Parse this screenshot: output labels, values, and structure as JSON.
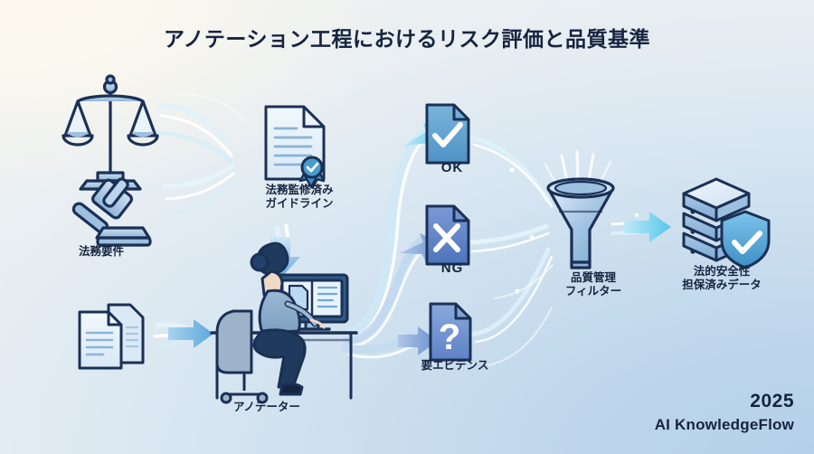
{
  "title": "アノテーション工程におけるリスク評価と品質基準",
  "brand": {
    "year": "2025",
    "name": "AI KnowledgeFlow"
  },
  "nodes": {
    "legal_requirements": {
      "label": "法務要件",
      "icons": [
        "scales-of-justice-icon",
        "gavel-icon"
      ]
    },
    "raw_documents": {
      "label": "",
      "icon": "document-stack-icon"
    },
    "guideline": {
      "label": "法務監修済み\nガイドライン",
      "icon": "certified-document-icon"
    },
    "annotator": {
      "label": "アノテーター",
      "icon": "person-at-desk-icon"
    },
    "result_ok": {
      "label": "OK",
      "icon": "document-check-icon",
      "color": "#5b9fce"
    },
    "result_ng": {
      "label": "NG",
      "icon": "document-cross-icon",
      "color": "#5a7fc4"
    },
    "result_evidence": {
      "label": "要エビデンス",
      "icon": "document-question-icon",
      "color": "#6f93cd"
    },
    "quality_filter": {
      "label": "品質管理\nフィルター",
      "icon": "funnel-icon"
    },
    "secured_data": {
      "label": "法的安全性\n担保済みデータ",
      "icon": "server-shield-icon"
    }
  },
  "palette": {
    "ink": "#14243f",
    "outline": "#1b3055",
    "accent_blue": "#5b9fce",
    "accent_cyan": "#6fd0ee",
    "paper": "#e9f1f8",
    "bg_warm": "#fcf8ef",
    "bg_cool": "#b4d0e8"
  }
}
